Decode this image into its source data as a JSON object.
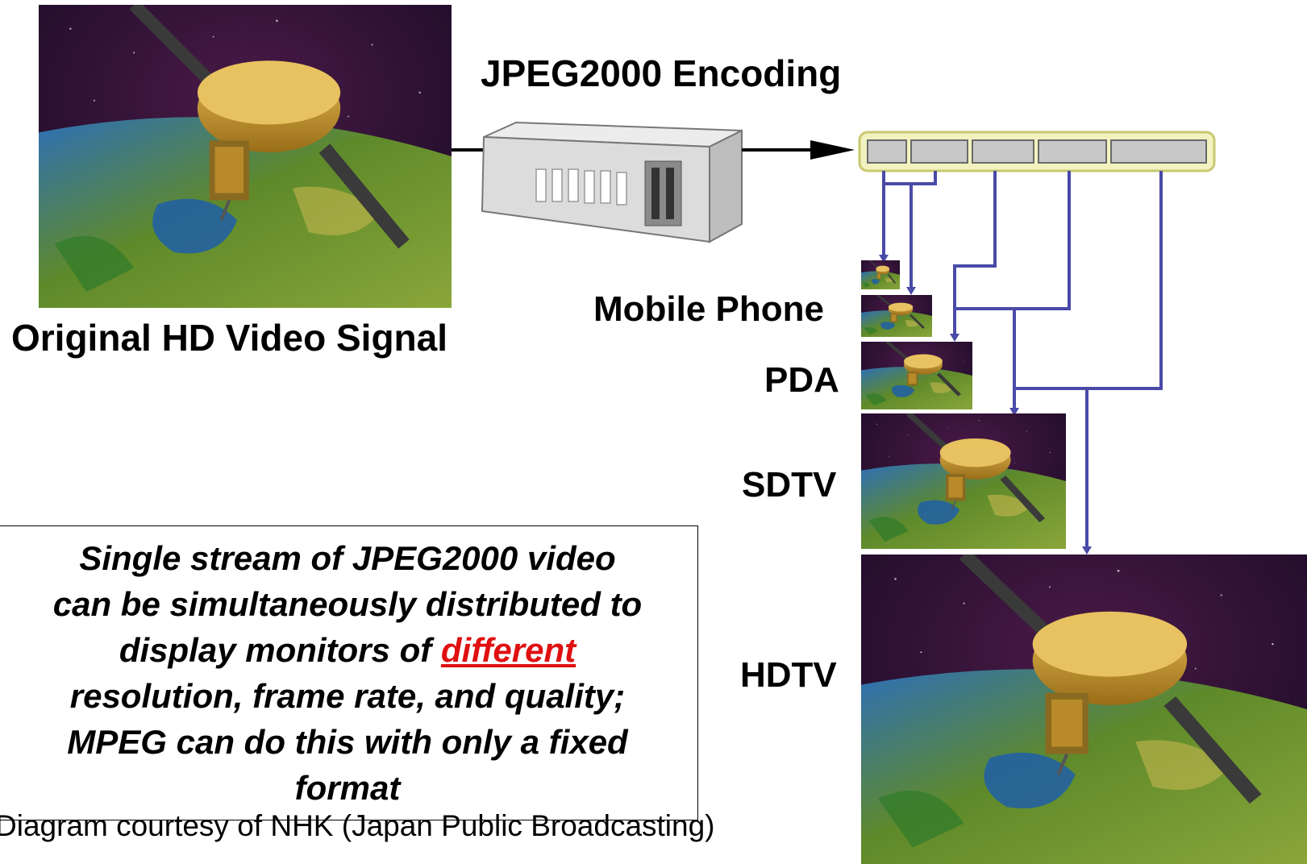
{
  "encoding_title": "JPEG2000 Encoding",
  "source_caption": "Original HD Video Signal",
  "outputs": [
    {
      "label": "Mobile Phone"
    },
    {
      "label": "PDA"
    },
    {
      "label": "SDTV"
    },
    {
      "label": "HDTV"
    }
  ],
  "note": {
    "line1": "Single stream of JPEG2000 video",
    "line2": "can be simultaneously distributed to",
    "line3_pre": "display monitors of ",
    "line3_emph": "different",
    "line4": "resolution, frame rate, and quality;",
    "line5": "MPEG can do this with only a fixed",
    "line6": "format"
  },
  "credit": "Diagram courtesy of NHK (Japan Public Broadcasting)",
  "colors": {
    "connector": "#4a4aa8",
    "bitstream_frame": "#f2f2c0",
    "bitstream_outline": "#c8c870",
    "emphasis": "#e01010",
    "space": "#2a1030",
    "ocean": "#1f5fa8",
    "land": "#7a9a2a",
    "satellite": "#c79a2e"
  },
  "icons": [
    "satellite-earth-image",
    "encoder-box-icon",
    "bitstream-icon",
    "arrow-icon"
  ]
}
